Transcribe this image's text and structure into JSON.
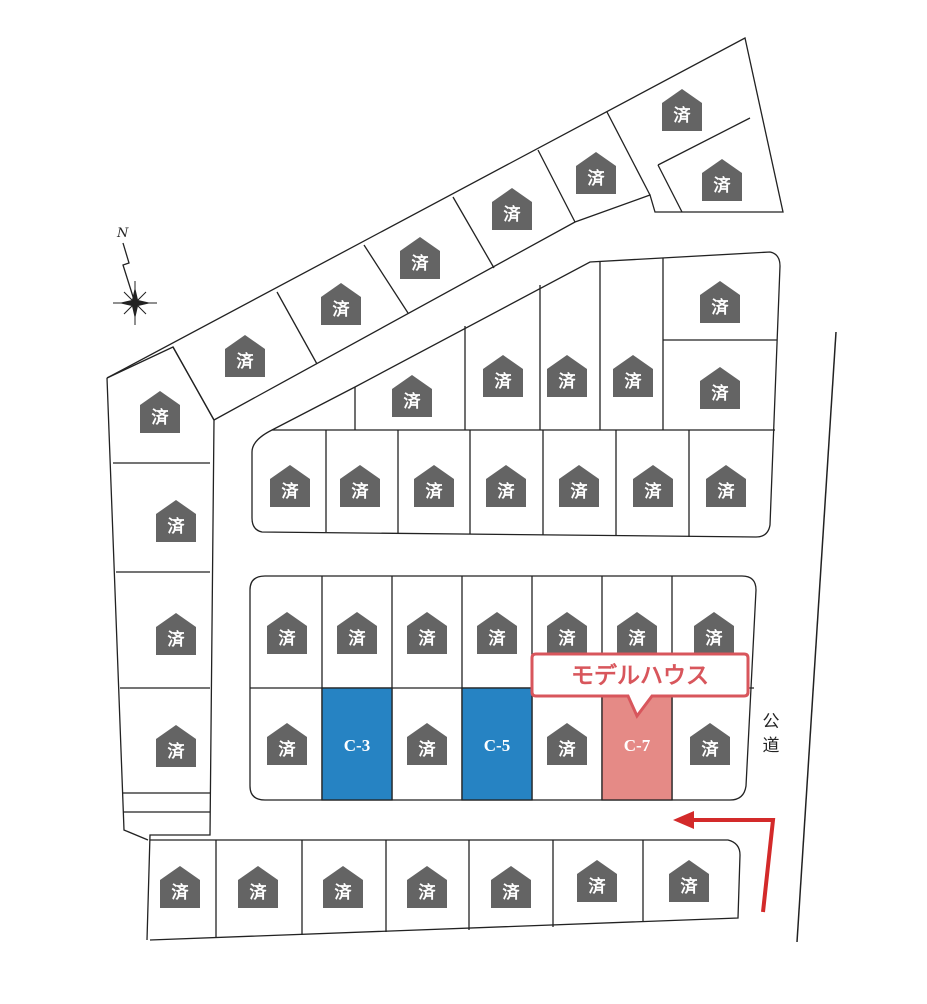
{
  "sold_mark": "済",
  "available_lots": [
    {
      "label": "C-3",
      "color": "#2683c3"
    },
    {
      "label": "C-5",
      "color": "#2683c3"
    }
  ],
  "model_house": {
    "lot_label": "C-7",
    "lot_color": "#e58a86",
    "callout_text": "モデルハウス",
    "callout_color": "#d8565c"
  },
  "public_road": {
    "char_1": "公",
    "char_2": "道"
  },
  "compass": {
    "north_label": "N"
  },
  "entry_arrow_color": "#d32a2a",
  "sold_badge_color": "#646464"
}
